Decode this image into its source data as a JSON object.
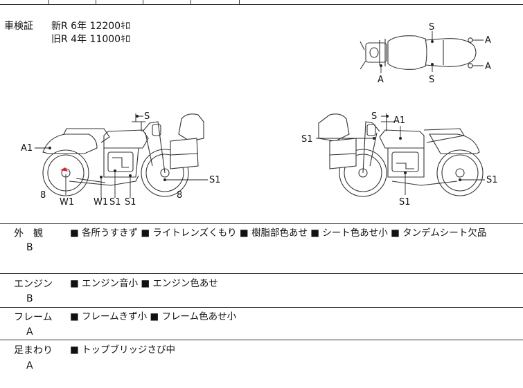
{
  "inspection": {
    "label": "車検証",
    "new_line": "新R  6年  12200ｷﾛ",
    "old_line": "旧R  4年  11000ｷﾛ"
  },
  "diagram": {
    "top_view": [
      "S",
      "A",
      "A",
      "A",
      "S"
    ],
    "left_view": [
      "S",
      "A1",
      "8",
      "W1",
      "W1",
      "S1",
      "S1",
      "8",
      "S1"
    ],
    "right_view": [
      "S",
      "A1",
      "S1",
      "S1",
      "S1"
    ]
  },
  "sections": [
    {
      "name": "外　観",
      "grade": "B",
      "notes": "■ 各所うすきず ■ ライトレンズくもり ■ 樹脂部色あせ ■ シート色あせ小 ■ タンデムシート欠品"
    },
    {
      "name": "エンジン",
      "grade": "B",
      "notes": "■ エンジン音小 ■ エンジン色あせ"
    },
    {
      "name": "フレーム",
      "grade": "A",
      "notes": "■ フレームきず小 ■ フレーム色あせ小"
    },
    {
      "name": "足まわり",
      "grade": "A",
      "notes": "■ トップブリッジさび中"
    }
  ],
  "colors": {
    "line": "#333333",
    "mark_red": "#d9252a"
  }
}
